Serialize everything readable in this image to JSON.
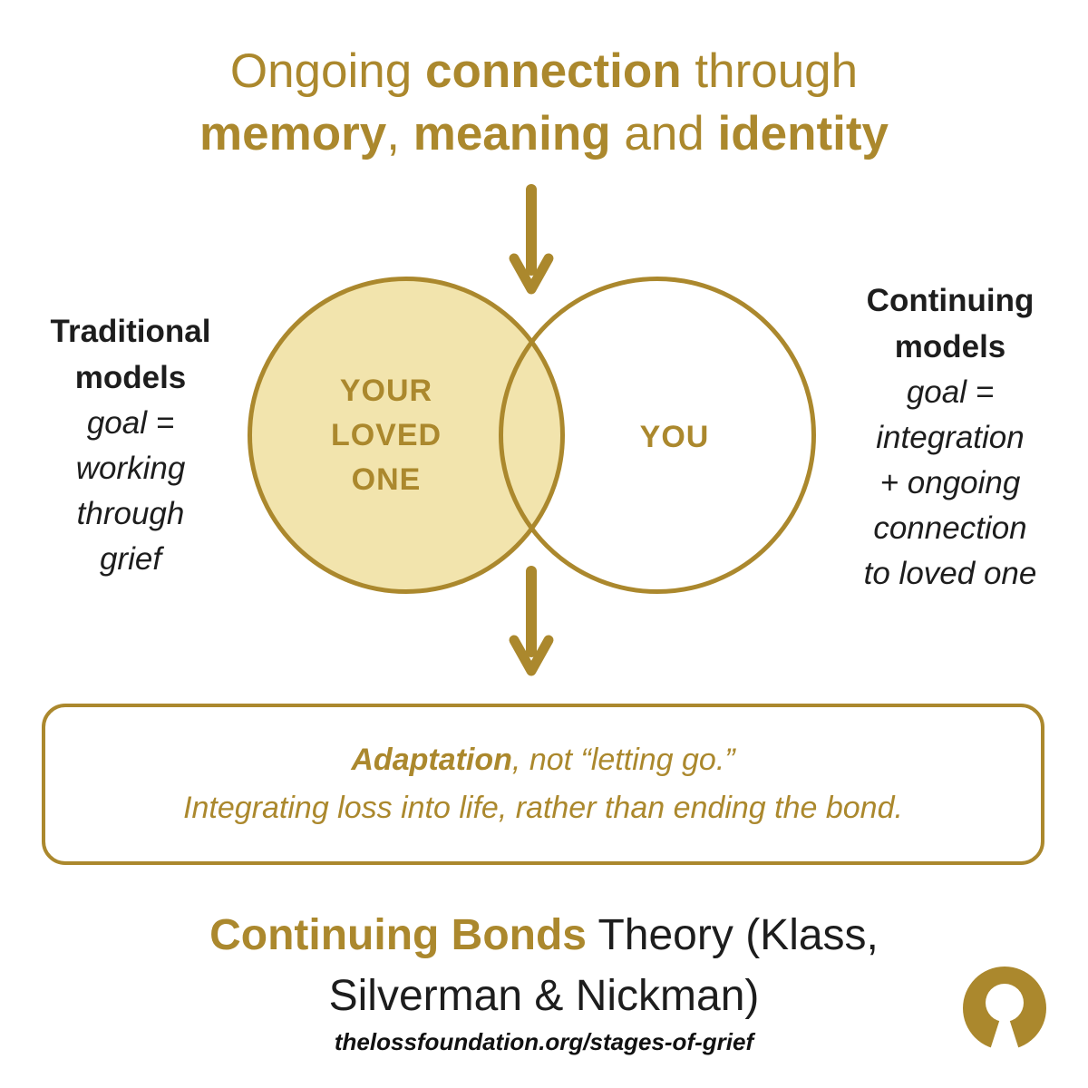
{
  "colors": {
    "gold": "#AB882D",
    "pale_gold_fill": "#F2E4AD",
    "ink": "#1D1D1D",
    "background": "#FFFFFF"
  },
  "title": {
    "line1": [
      "Ongoing ",
      "connection",
      " through"
    ],
    "line2": [
      "memory",
      ", ",
      "meaning",
      " and ",
      "identity"
    ]
  },
  "left_label": {
    "bold_lines": [
      "Traditional",
      "models"
    ],
    "italic_lines": [
      "goal =",
      "working",
      "through",
      "grief"
    ]
  },
  "right_label": {
    "bold_lines": [
      "Continuing",
      "models"
    ],
    "italic_lines": [
      "goal =",
      "integration",
      "+ ongoing",
      "connection",
      "to loved one"
    ]
  },
  "venn": {
    "left_circle": {
      "label_lines": [
        "YOUR",
        "LOVED",
        "ONE"
      ]
    },
    "right_circle": {
      "label": "YOU"
    }
  },
  "callout": {
    "line1_emphasis": "Adaptation",
    "line1_rest": ", not “letting go.”",
    "line2": "Integrating loss into life, rather than ending the bond."
  },
  "footer": {
    "heading_gold": "Continuing Bonds",
    "heading_black": " Theory (Klass,",
    "heading_line2": "Silverman & Nickman)",
    "url": "thelossfoundation.org/stages-of-grief"
  },
  "icons": {
    "top_arrow": "down-arrow-icon",
    "bottom_arrow": "down-arrow-icon",
    "logo": "loss-foundation-ring-logo"
  }
}
